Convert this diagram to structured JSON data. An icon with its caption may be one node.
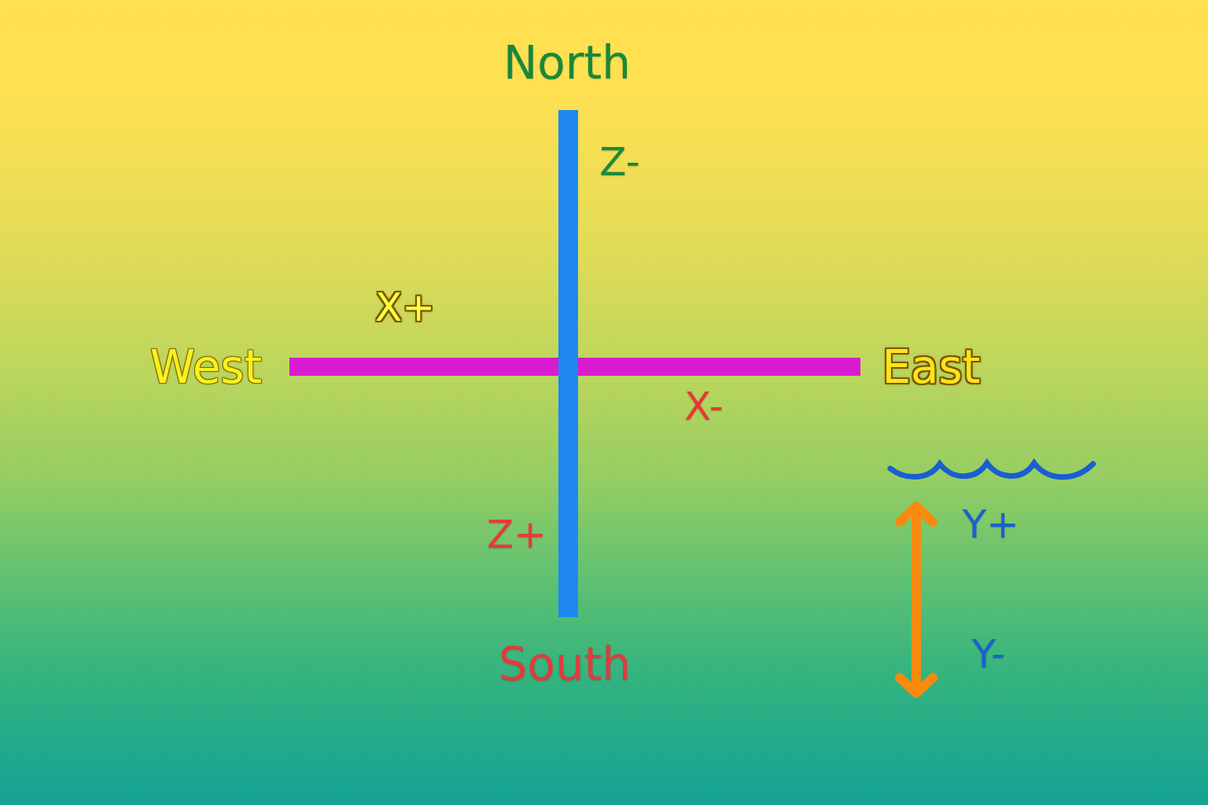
{
  "diagram": {
    "labels": [
      "North",
      "Z-",
      "X+",
      "West",
      "East",
      "X-",
      "Z+",
      "Y+",
      "South",
      "Y-"
    ]
  }
}
